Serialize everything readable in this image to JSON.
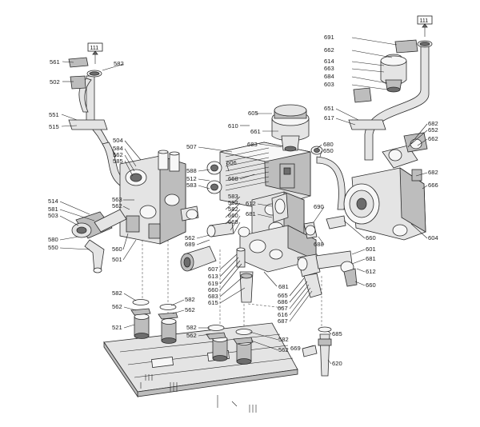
{
  "diagram": {
    "flow_marker": "111",
    "labels": [
      "561",
      "582",
      "502",
      "551",
      "515",
      "504",
      "584",
      "562",
      "585",
      "514",
      "581",
      "503",
      "580",
      "550",
      "563",
      "562",
      "560",
      "501",
      "507",
      "588",
      "512",
      "583",
      "606",
      "668",
      "605",
      "610",
      "661",
      "683",
      "583",
      "552",
      "582",
      "660",
      "668",
      "612",
      "681",
      "562",
      "689",
      "607",
      "613",
      "619",
      "660",
      "683",
      "615",
      "681",
      "665",
      "686",
      "667",
      "616",
      "687",
      "691",
      "662",
      "614",
      "663",
      "684",
      "603",
      "651",
      "617",
      "680",
      "650",
      "682",
      "652",
      "662",
      "682",
      "666",
      "604",
      "690",
      "688",
      "660",
      "601",
      "681",
      "612",
      "660",
      "582",
      "562",
      "582",
      "562",
      "521",
      "582",
      "562",
      "582",
      "562",
      "685",
      "669",
      "620"
    ]
  }
}
